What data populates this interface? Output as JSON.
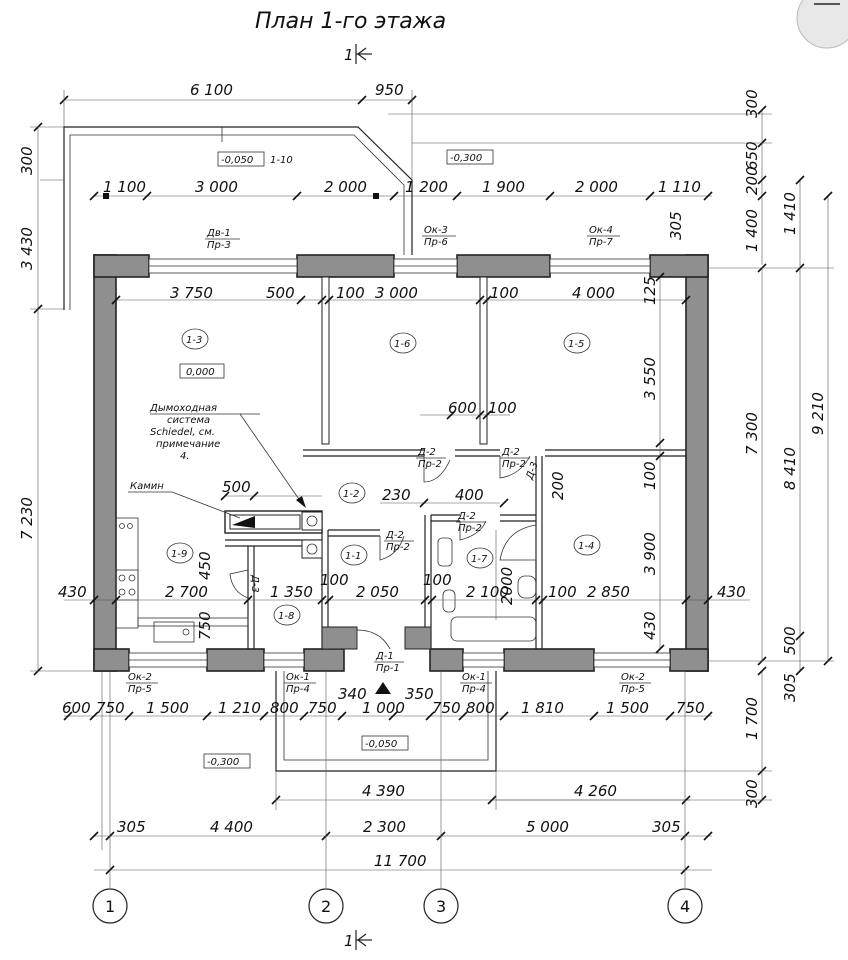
{
  "title": "План 1-го этажа",
  "section_marks": {
    "top": "1",
    "bottom": "1"
  },
  "dims": {
    "porch_6100": "6 100",
    "porch_950": "950",
    "top_1100": "1 100",
    "top_3000": "3 000",
    "top_2000a": "2 000",
    "top_1200": "1 200",
    "top_1900": "1 900",
    "top_2000b": "2 000",
    "top_1110": "1 110",
    "top_305": "305",
    "in_3750": "3 750",
    "in_500": "500",
    "in_100a": "100",
    "in_3000": "3 000",
    "in_100b": "100",
    "in_4000": "4 000",
    "in_125": "125",
    "in_3550": "3 550",
    "in_600": "600",
    "in_100c": "100",
    "in_230": "230",
    "in_400": "400",
    "in_200": "200",
    "in_100d": "100",
    "in_3900": "3 900",
    "kamin_500": "500",
    "in_450": "450",
    "mid_430a": "430",
    "mid_2700": "2 700",
    "mid_1350": "1 350",
    "mid_100a": "100",
    "mid_2050": "2 050",
    "mid_100b": "100",
    "mid_2100": "2 100",
    "mid_100c": "100",
    "mid_2850": "2 850",
    "mid_430b": "430",
    "mid_750": "750",
    "mid_2000v": "2000",
    "mid_430v": "430",
    "porch_340": "340",
    "porch_350": "350",
    "bot_600": "600",
    "bot_750a": "750",
    "bot_1500a": "1 500",
    "bot_1210": "1 210",
    "bot_800a": "800",
    "bot_750b": "750",
    "bot_1000": "1 000",
    "bot_750c": "750",
    "bot_800b": "800",
    "bot_1810": "1 810",
    "bot_1500b": "1 500",
    "bot_750d": "750",
    "bot_4390": "4 390",
    "bot_4260": "4 260",
    "bot_305a": "305",
    "bot_4400": "4 400",
    "bot_2300": "2 300",
    "bot_5000": "5 000",
    "bot_305b": "305",
    "bot_11700": "11 700",
    "left_300": "300",
    "left_3430": "3 430",
    "left_7230": "7 230",
    "right_300a": "300",
    "right_650": "650",
    "right_200": "200",
    "right_1400": "1 400",
    "right_1410": "1 410",
    "right_7300": "7 300",
    "right_8410": "8 410",
    "right_9210": "9 210",
    "right_500": "500",
    "right_305": "305",
    "right_1700": "1 700",
    "right_300b": "300"
  },
  "levels": {
    "porch_top": "-0,050",
    "outside_top": "-0,300",
    "floor": "0,000",
    "porch_bottom": "-0,050",
    "outside_bottom": "-0,300"
  },
  "rooms": [
    "1-1",
    "1-2",
    "1-3",
    "1-4",
    "1-5",
    "1-6",
    "1-7",
    "1-8",
    "1-9",
    "1-10"
  ],
  "openings": {
    "dv1": "Дв-1",
    "dv1_pr": "Пр-3",
    "ok3": "Ок-3",
    "ok3_pr": "Пр-6",
    "ok4": "Ок-4",
    "ok4_pr": "Пр-7",
    "ok2a": "Ок-2",
    "ok2a_pr": "Пр-5",
    "ok1a": "Ок-1",
    "ok1a_pr": "Пр-4",
    "ok1b": "Ок-1",
    "ok1b_pr": "Пр-4",
    "ok2b": "Ок-2",
    "ok2b_pr": "Пр-5",
    "d1": "Д-1",
    "d1_pr": "Пр-1",
    "d2a": "Д-2",
    "d2a_pr": "Пр-2",
    "d2b": "Д-2",
    "d2b_pr": "Пр-2",
    "d2c": "Д-2",
    "d2c_pr": "Пр-2",
    "d2d": "Д-2",
    "d2d_pr": "Пр-2",
    "d3a": "Д-3",
    "d3b": "Д-3"
  },
  "notes": {
    "chimney_1": "Дымоходная",
    "chimney_2": "система",
    "chimney_3": "Schiedel, см.",
    "chimney_4": "примечание",
    "chimney_5": "4.",
    "kamin": "Камин"
  },
  "axes": [
    "1",
    "2",
    "3",
    "4"
  ],
  "colors": {
    "wall_fill": "#8f8f8f",
    "line": "#222222"
  }
}
